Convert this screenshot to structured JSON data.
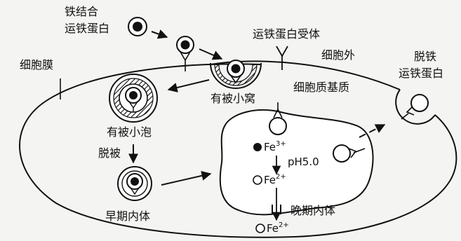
{
  "labels": {
    "holo_line1": "铁结合",
    "holo_line2": "运铁蛋白",
    "receptor": "运铁蛋白受体",
    "outside": "细胞外",
    "membrane": "细胞膜",
    "apo_line1": "脱铁",
    "apo_line2": "运铁蛋白",
    "pit": "有被小窝",
    "matrix": "细胞质基质",
    "vesicle": "有被小泡",
    "uncoat": "脱被",
    "early": "早期内体",
    "late": "晚期内体",
    "ph": "pH5.0",
    "fe": "Fe",
    "fe3_charge": "3+",
    "fe2_charge": "2+"
  }
}
